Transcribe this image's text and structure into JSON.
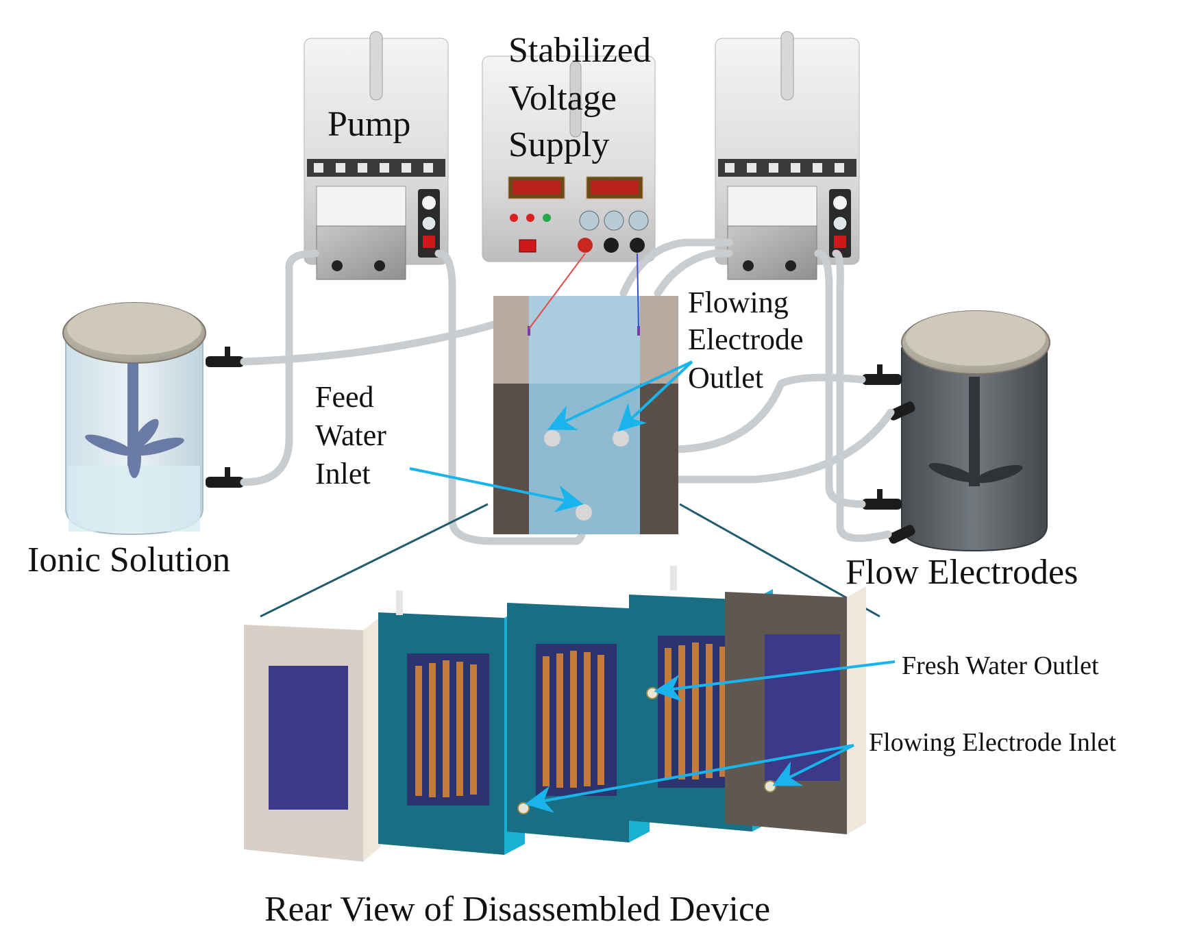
{
  "labels": {
    "pump": "Pump",
    "supply": [
      "Stabilized",
      "Voltage",
      "Supply"
    ],
    "ionic_solution": "Ionic Solution",
    "flow_electrodes": "Flow Electrodes",
    "feed_water_inlet": [
      "Feed",
      "Water",
      "Inlet"
    ],
    "flowing_electrode_outlet": [
      "Flowing",
      "Electrode",
      "Outlet"
    ],
    "fresh_water_outlet": "Fresh Water Outlet",
    "flowing_electrode_inlet": "Flowing Electrode Inlet",
    "rear_view": "Rear View of Disassembled Device"
  },
  "colors": {
    "arrow": "#19b4ec",
    "anode_wire": "#e34a4a",
    "cathode_wire": "#3b4bd8",
    "tubing": "#d8dcdf",
    "plate_teal": "#1a6e83",
    "plate_cyan": "#1ab0d3",
    "end_plate": "#efe6dc",
    "membrane": "#3b3a8a",
    "electrode_rod": "#c47a3a"
  },
  "icons": [
    "pump-icon",
    "power-supply-icon",
    "beaker-icon",
    "impeller-icon",
    "electrode-plate-icon"
  ]
}
